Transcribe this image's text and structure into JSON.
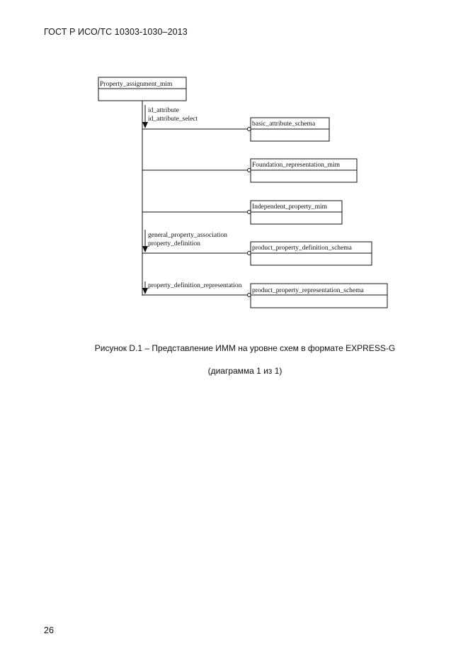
{
  "header": {
    "standard_id": "ГОСТ Р ИСО/ТС 10303-1030–2013"
  },
  "diagram": {
    "root_box": "Property_assignment_mim",
    "links": [
      {
        "labels": [
          "id_attribute",
          "id_attribute_select"
        ],
        "target": "basic_attribute_schema"
      },
      {
        "labels": [],
        "target": "Foundation_representation_mim"
      },
      {
        "labels": [],
        "target": "Independent_property_mim"
      },
      {
        "labels": [
          "general_property_association",
          "property_definition"
        ],
        "target": "product_property_definition_schema"
      },
      {
        "labels": [
          "property_definition_representation"
        ],
        "target": "product_property_representation_schema"
      }
    ]
  },
  "caption": {
    "line1": "Рисунок  D.1 – Представление ИММ на уровне схем в формате EXPRESS-G",
    "line2": "(диаграмма 1 из 1)"
  },
  "footer": {
    "page_number": "26"
  }
}
